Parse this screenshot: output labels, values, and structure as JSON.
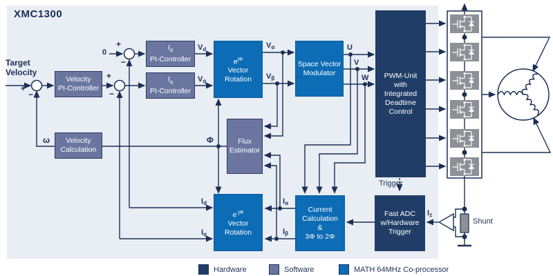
{
  "title": "XMC1300",
  "legend": {
    "hardware": {
      "label": "Hardware",
      "color": "#1f3d66"
    },
    "software": {
      "label": "Software",
      "color": "#6a76a0"
    },
    "math": {
      "label": "MATH 64MHz Co-processor",
      "color": "#0c6cb5"
    }
  },
  "colors": {
    "line": "#1b2f55",
    "panel": "#e9edf4",
    "transistor_fill": "#8d9097"
  },
  "blocks": {
    "velocity_pi": {
      "lines": [
        "Velocity",
        "PI-Controller"
      ]
    },
    "velocity_calc": {
      "lines": [
        "Velocity",
        "Calculation"
      ]
    },
    "id_pi": {
      "base": "I",
      "sub": "d",
      "line2": "PI-Controller"
    },
    "iq_pi": {
      "base": "I",
      "sub": "q",
      "line2": "PI-Controller"
    },
    "vector_rotation_fwd": {
      "base": "e",
      "sup": "jΦ",
      "lines": [
        "Vector",
        "Rotation"
      ]
    },
    "vector_rotation_rev": {
      "base": "e",
      "sup": "-jΦ",
      "lines": [
        "Vector",
        "Rotation"
      ]
    },
    "svm": {
      "lines": [
        "Space Vector",
        "Modulator"
      ]
    },
    "flux": {
      "lines": [
        "Flux",
        "Estimator"
      ]
    },
    "pwm": {
      "lines": [
        "PWM-Unit",
        "with",
        "Integrated",
        "Deadtime",
        "Control"
      ]
    },
    "current_calc": {
      "lines": [
        "Current",
        "Calculation",
        "&",
        "3Φ to 2Φ"
      ]
    },
    "fast_adc": {
      "lines": [
        "Fast ADC",
        "w/Hardware",
        "Trigger"
      ]
    }
  },
  "labels": {
    "target_velocity": {
      "line1": "Target",
      "line2": "Velocity"
    },
    "zero": "0",
    "plus": "+",
    "minus": "−",
    "omega": "ω",
    "phi": "Φ",
    "vd": {
      "base": "V",
      "sub": "d"
    },
    "vq": {
      "base": "V",
      "sub": "q"
    },
    "valpha": {
      "base": "V",
      "sub": "α"
    },
    "vbeta": {
      "base": "V",
      "sub": "β"
    },
    "u": "U",
    "v": "V",
    "w": "W",
    "id": {
      "base": "I",
      "sub": "d"
    },
    "iq": {
      "base": "I",
      "sub": "q"
    },
    "ialpha": {
      "base": "I",
      "sub": "α"
    },
    "ibeta": {
      "base": "I",
      "sub": "β"
    },
    "iz": {
      "base": "I",
      "sub": "z"
    },
    "trigger": "Trigger",
    "shunt": "Shunt"
  }
}
